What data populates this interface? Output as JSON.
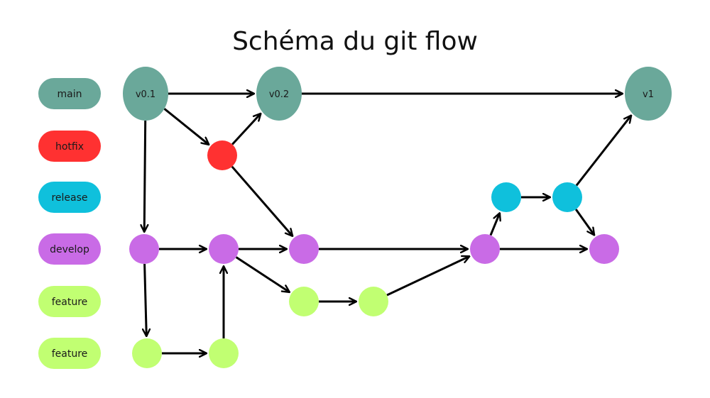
{
  "title": "Schéma du git flow",
  "colors": {
    "main": "#6aa89a",
    "hotfix": "#ff3131",
    "release": "#0fc0dc",
    "develop": "#c96be6",
    "feature": "#c1ff72",
    "edge": "#000000"
  },
  "legend": [
    {
      "label": "main",
      "branch": "main"
    },
    {
      "label": "hotfix",
      "branch": "hotfix"
    },
    {
      "label": "release",
      "branch": "release"
    },
    {
      "label": "develop",
      "branch": "develop"
    },
    {
      "label": "feature",
      "branch": "feature"
    },
    {
      "label": "feature",
      "branch": "feature"
    }
  ],
  "nodes": [
    {
      "id": "v01",
      "branch": "main",
      "label": "v0.1"
    },
    {
      "id": "v02",
      "branch": "main",
      "label": "v0.2"
    },
    {
      "id": "v1",
      "branch": "main",
      "label": "v1"
    },
    {
      "id": "h1",
      "branch": "hotfix",
      "label": ""
    },
    {
      "id": "r1",
      "branch": "release",
      "label": ""
    },
    {
      "id": "r2",
      "branch": "release",
      "label": ""
    },
    {
      "id": "d1",
      "branch": "develop",
      "label": ""
    },
    {
      "id": "d2",
      "branch": "develop",
      "label": ""
    },
    {
      "id": "d3",
      "branch": "develop",
      "label": ""
    },
    {
      "id": "d4",
      "branch": "develop",
      "label": ""
    },
    {
      "id": "d5",
      "branch": "develop",
      "label": ""
    },
    {
      "id": "fa1",
      "branch": "feature",
      "label": ""
    },
    {
      "id": "fa2",
      "branch": "feature",
      "label": ""
    },
    {
      "id": "fb1",
      "branch": "feature",
      "label": ""
    },
    {
      "id": "fb2",
      "branch": "feature",
      "label": ""
    }
  ],
  "edges": [
    {
      "from": "v01",
      "to": "v02"
    },
    {
      "from": "v02",
      "to": "v1"
    },
    {
      "from": "v01",
      "to": "h1"
    },
    {
      "from": "h1",
      "to": "v02"
    },
    {
      "from": "h1",
      "to": "d3"
    },
    {
      "from": "v01",
      "to": "d1"
    },
    {
      "from": "d1",
      "to": "d2"
    },
    {
      "from": "d2",
      "to": "d3"
    },
    {
      "from": "d3",
      "to": "d4"
    },
    {
      "from": "d4",
      "to": "d5"
    },
    {
      "from": "d1",
      "to": "fb1"
    },
    {
      "from": "fb1",
      "to": "fb2"
    },
    {
      "from": "fb2",
      "to": "d2"
    },
    {
      "from": "d2",
      "to": "fa1"
    },
    {
      "from": "fa1",
      "to": "fa2"
    },
    {
      "from": "fa2",
      "to": "d4"
    },
    {
      "from": "d4",
      "to": "r1"
    },
    {
      "from": "r1",
      "to": "r2"
    },
    {
      "from": "r2",
      "to": "v1"
    },
    {
      "from": "r2",
      "to": "d5"
    }
  ]
}
